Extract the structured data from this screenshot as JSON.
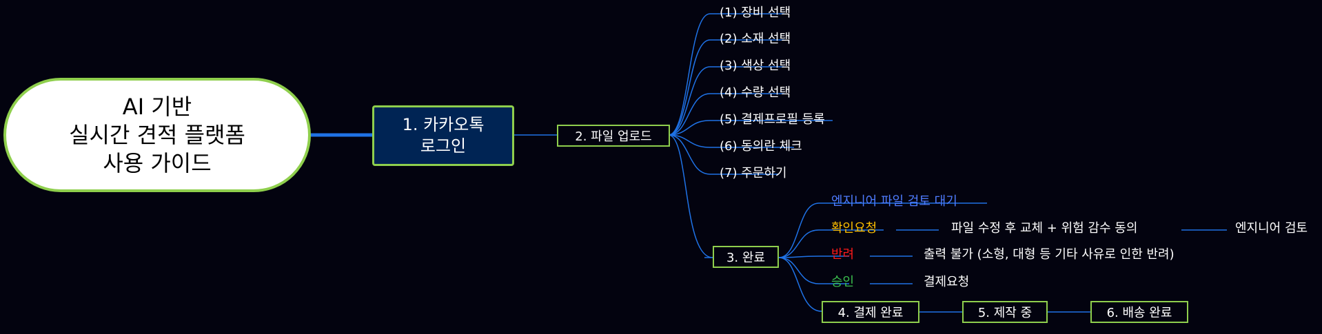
{
  "root": {
    "lines": [
      "AI 기반",
      "실시간 견적 플랫폼",
      "사용 가이드"
    ]
  },
  "main": {
    "lines": [
      "1. 카카오톡",
      "로그인"
    ]
  },
  "upload": {
    "label": "2. 파일 업로드"
  },
  "steps": [
    "(1) 장비 선택",
    "(2) 소재 선택",
    "(3) 색상 선택",
    "(4) 수량 선택",
    "(5) 결제프로필 등록",
    "(6) 동의란 체크",
    "(7) 주문하기"
  ],
  "complete": {
    "label": "3. 완료"
  },
  "review": {
    "waiting": "엔지니어 파일 검토 대기"
  },
  "confirm": {
    "label": "확인요청",
    "detail": "파일 수정 후 교체 + 위험 감수 동의",
    "next": "엔지니어 검토"
  },
  "reject": {
    "label": "반려",
    "detail": "출력 불가 (소형, 대형 등 기타 사유로 인한 반려)"
  },
  "approve": {
    "label": "승인",
    "detail": "결제요청"
  },
  "payment": {
    "label": "4. 결제 완료"
  },
  "production": {
    "label": "5. 제작 중"
  },
  "delivery": {
    "label": "6. 배송 완료"
  },
  "colors": {
    "waiting": "#4f7cff",
    "confirm": "#ffc000",
    "reject": "#ff1a1a",
    "approve": "#3cc24f",
    "line": "#1f72e6",
    "border": "#8fcf4d"
  }
}
